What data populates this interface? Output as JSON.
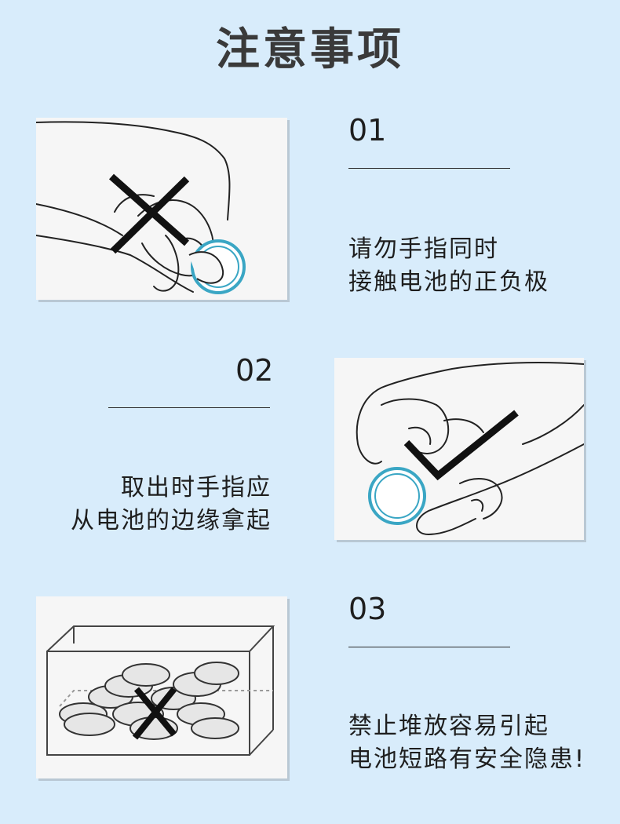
{
  "title": "注意事项",
  "items": [
    {
      "number": "01",
      "line1": "请勿手指同时",
      "line2": "接触电池的正负极",
      "mark": "cross-icon"
    },
    {
      "number": "02",
      "line1": "取出时手指应",
      "line2": "从电池的边缘拿起",
      "mark": "check-icon"
    },
    {
      "number": "03",
      "line1": "禁止堆放容易引起",
      "line2": "电池短路有安全隐患!",
      "mark": "cross-icon"
    }
  ],
  "colors": {
    "background": "#d8ecfb",
    "battery": "#3aa6c4",
    "ink": "#1e1e1e"
  }
}
